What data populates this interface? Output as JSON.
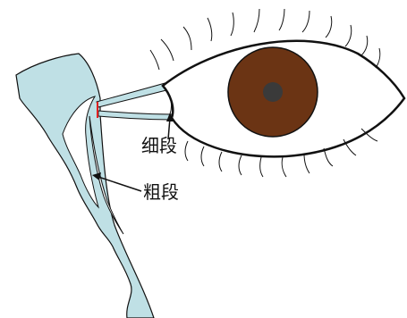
{
  "labels": {
    "thin_segment": "细段",
    "thick_segment": "粗段"
  },
  "colors": {
    "duct_fill": "#bfe0e5",
    "iris": "#6b3414",
    "pupil": "#3a3a3a",
    "outline": "#111111",
    "junction_mark": "#e02020"
  },
  "icons": {
    "eye": "eye-icon",
    "lacrimal_duct": "lacrimal-duct-shape"
  }
}
